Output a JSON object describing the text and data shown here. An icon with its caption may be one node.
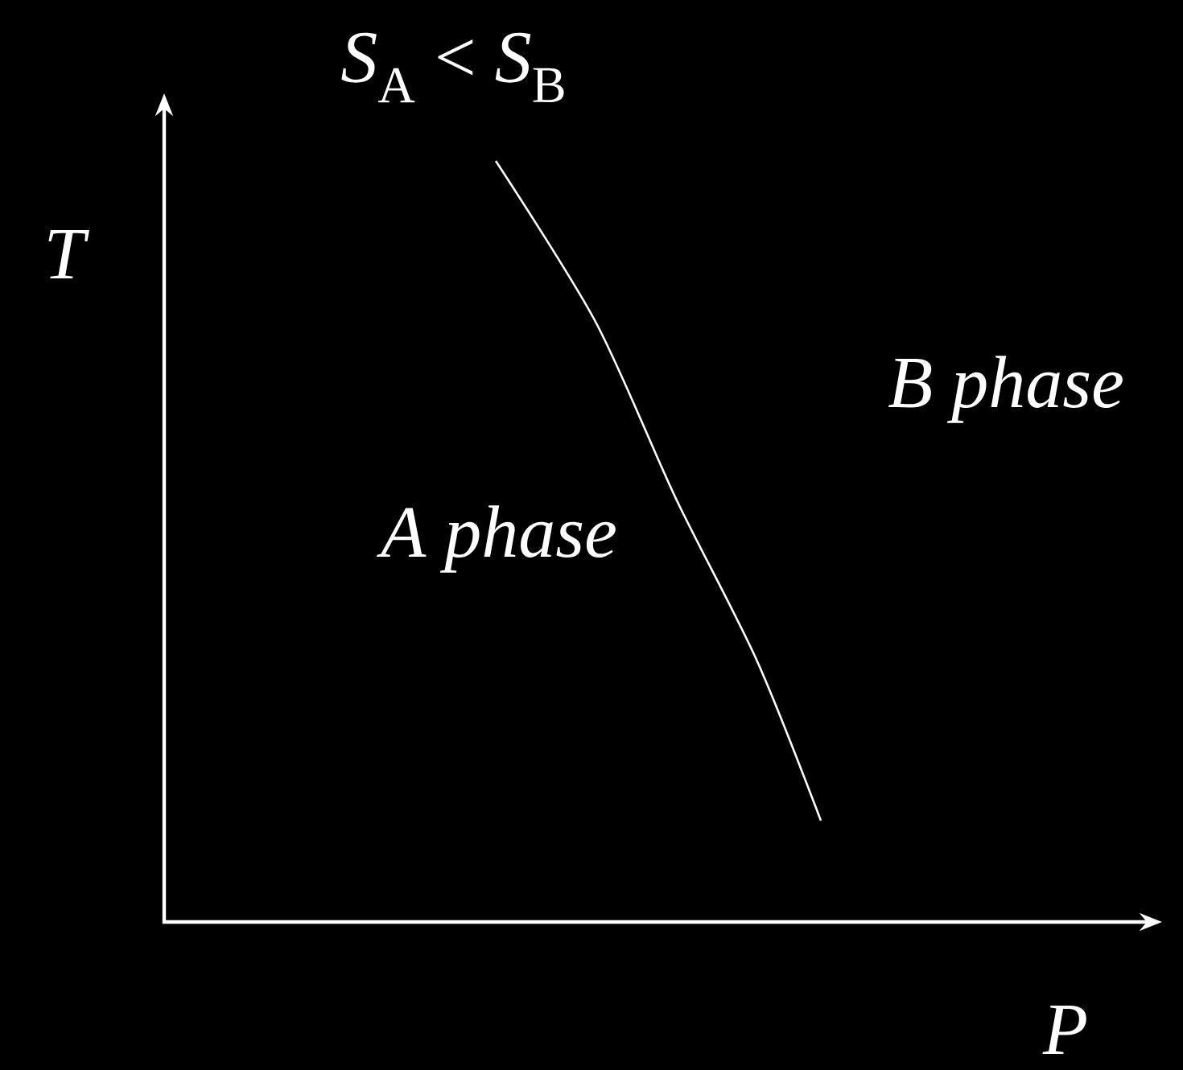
{
  "diagram": {
    "labels": [
      "*S*$_{A}$ < *S*$_{B}$",
      "T",
      "B phase",
      "A phase",
      "P"
    ]
  }
}
